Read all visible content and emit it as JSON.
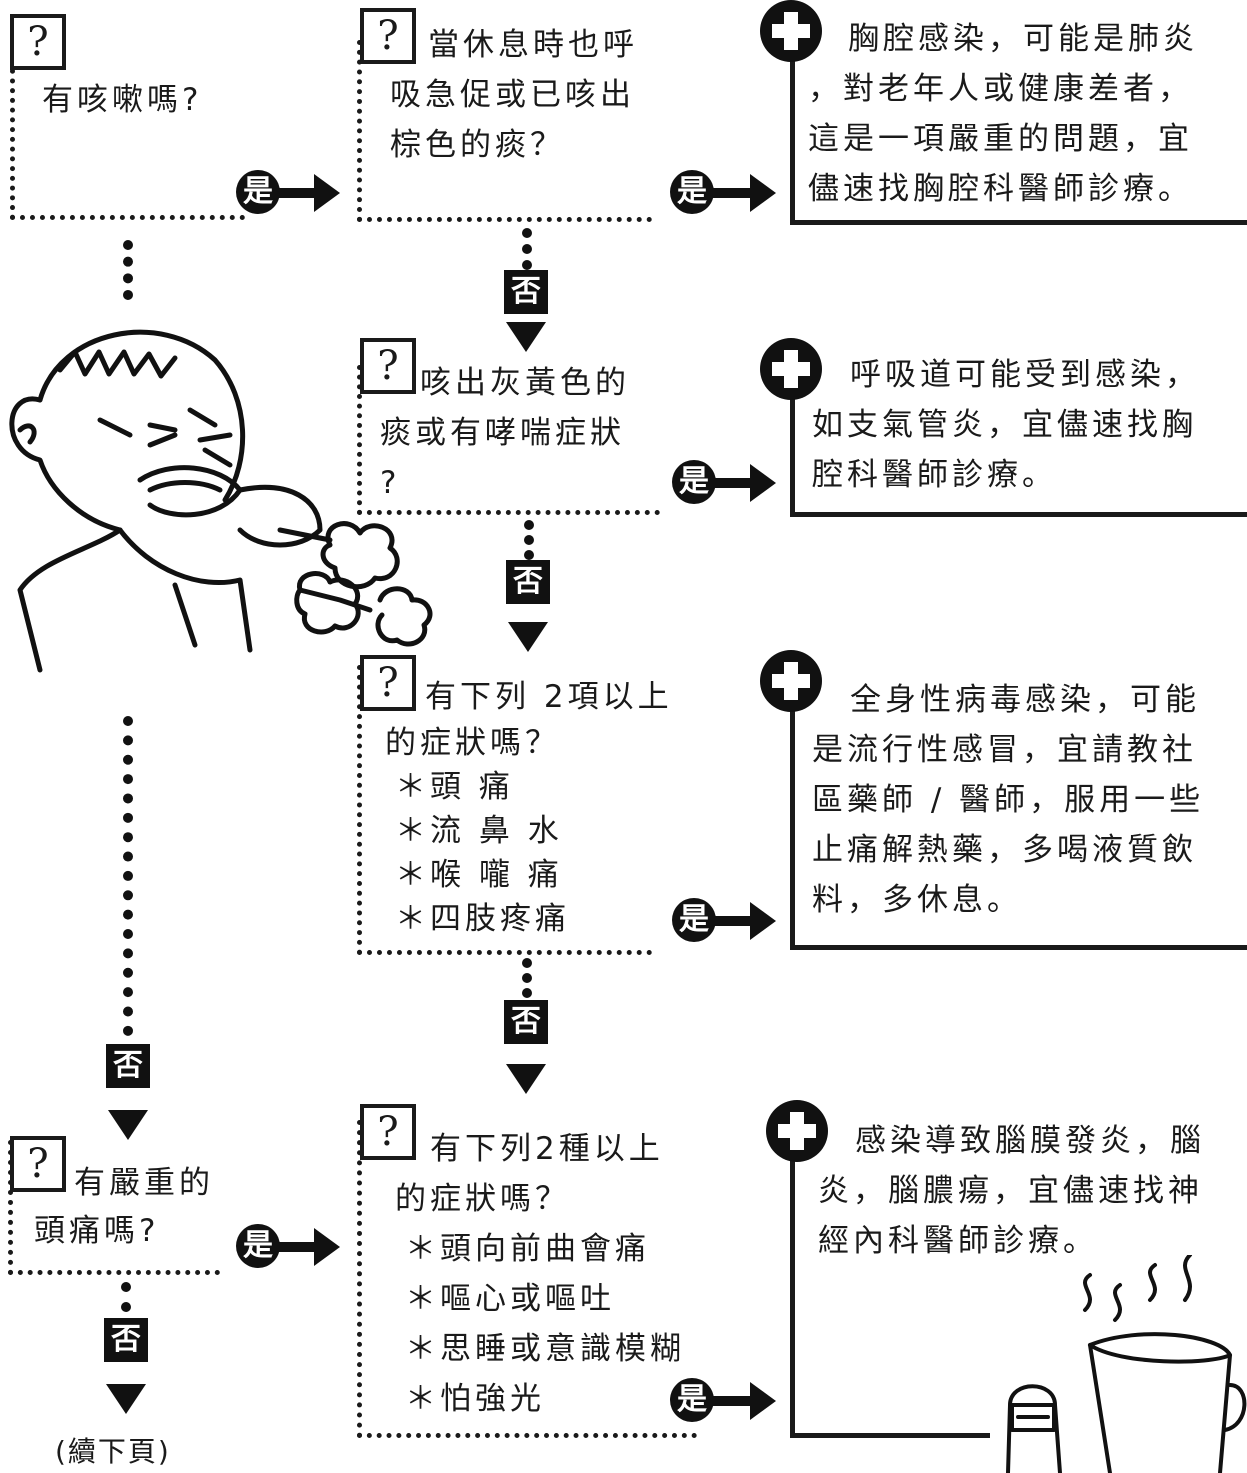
{
  "questions": {
    "q1": {
      "icon": "?",
      "lines": [
        "有咳嗽嗎?"
      ]
    },
    "q2": {
      "icon": "?",
      "lines": [
        "當休息時也呼",
        "吸急促或已咳出",
        "棕色的痰？"
      ]
    },
    "q3": {
      "icon": "?",
      "lines": [
        "咳出灰黃色的",
        "痰或有哮喘症狀",
        "?"
      ]
    },
    "q4": {
      "icon": "?",
      "lines": [
        "有下列 2項以上",
        "的症狀嗎？",
        "＊頭 痛",
        "＊流 鼻 水",
        "＊喉 嚨 痛",
        "＊四肢疼痛"
      ]
    },
    "q5": {
      "icon": "?",
      "lines": [
        "有嚴重的",
        "頭痛嗎?"
      ]
    },
    "q6": {
      "icon": "?",
      "lines": [
        "有下列2種以上",
        "的症狀嗎？",
        "＊頭向前曲會痛",
        "＊嘔心或嘔吐",
        "＊思睡或意識模糊",
        "＊怕強光"
      ]
    }
  },
  "answers": {
    "a1": {
      "lines": [
        "胸腔感染，可能是肺炎",
        "，對老年人或健康差者，",
        "這是一項嚴重的問題，宜",
        "儘速找胸腔科醫師診療。"
      ]
    },
    "a2": {
      "lines": [
        "呼吸道可能受到感染，",
        "如支氣管炎，宜儘速找胸",
        "腔科醫師診療。"
      ]
    },
    "a3": {
      "lines": [
        "全身性病毒感染，可能",
        "是流行性感冒，宜請教社",
        "區藥師 / 醫師，服用一些",
        "止痛解熱藥，多喝液質飲",
        "料，多休息。"
      ]
    },
    "a4": {
      "lines": [
        "感染導致腦膜發炎，腦",
        "炎，腦膿瘍，宜儘速找神",
        "經內科醫師診療。"
      ]
    }
  },
  "labels": {
    "yes": "是",
    "no": "否",
    "continued": "(續下頁)"
  }
}
